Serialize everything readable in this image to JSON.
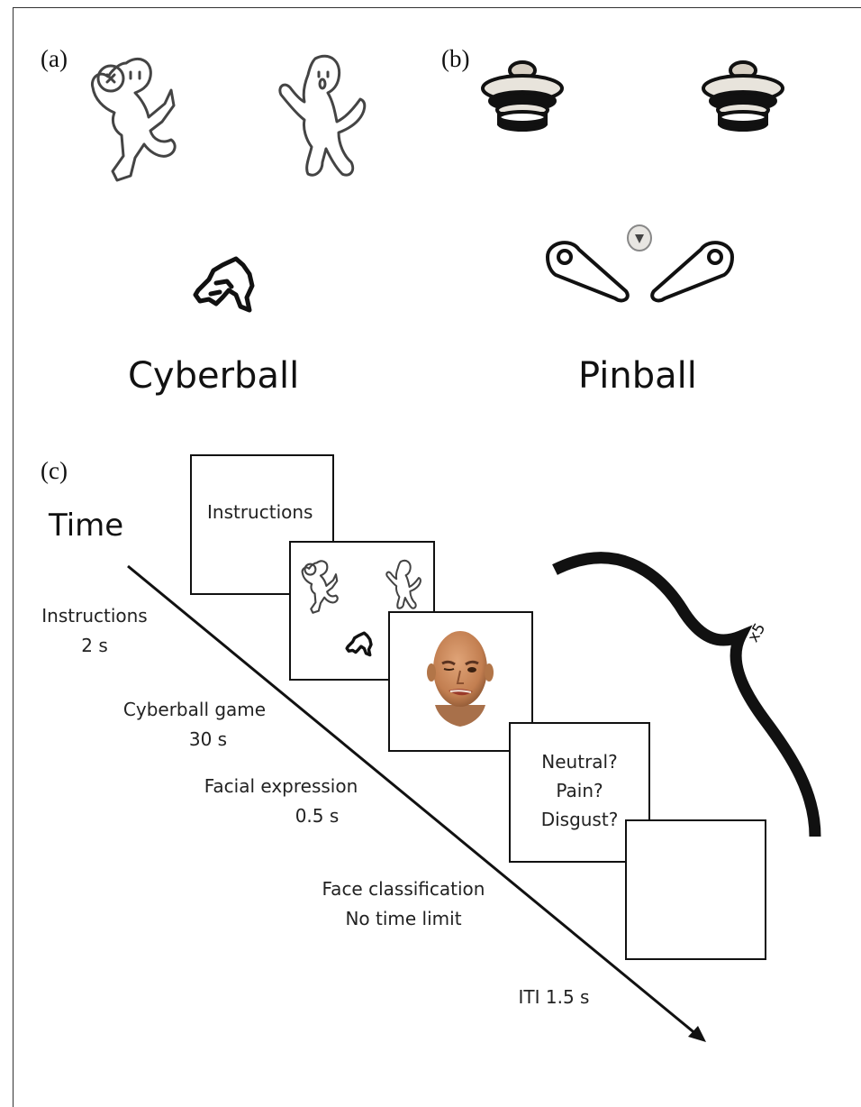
{
  "panels": {
    "a": {
      "label": "(a)",
      "caption": "Cyberball",
      "icons": [
        "player-left-icon",
        "player-right-icon",
        "ball-icon"
      ]
    },
    "b": {
      "label": "(b)",
      "caption": "Pinball",
      "icons": [
        "bumper-left-icon",
        "bumper-right-icon",
        "pinball-icon",
        "flipper-left-icon",
        "flipper-right-icon"
      ]
    },
    "c": {
      "label": "(c)",
      "axis_label": "Time",
      "stages": [
        {
          "name": "Instructions",
          "duration": "2 s"
        },
        {
          "name": "Cyberball game",
          "duration": "30 s"
        },
        {
          "name": "Facial expression",
          "duration": "0.5 s"
        },
        {
          "name": "Face classification",
          "duration": "No time limit"
        },
        {
          "name": "ITI 1.5 s"
        }
      ],
      "screens": {
        "instructions": "Instructions",
        "classification_options": [
          "Neutral?",
          "Pain?",
          "Disgust?"
        ]
      },
      "repeat_label": "x5"
    }
  },
  "colors": {
    "line": "#111111",
    "face_skin": "#c98a5a"
  }
}
